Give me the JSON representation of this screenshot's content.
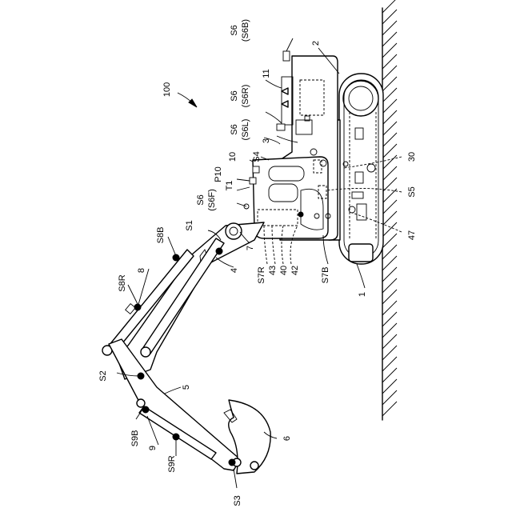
{
  "figure": {
    "reference_numeral": "100",
    "labels": {
      "s6_top": "S6",
      "s6b": "(S6B)",
      "n11": "11",
      "s6_mid": "S6",
      "s6r": "(S6R)",
      "s6_low": "S6",
      "s6l": "(S6L)",
      "n2": "2",
      "n3": "3",
      "s4": "S4",
      "n10": "10",
      "p10": "P10",
      "t1": "T1",
      "s6_front": "S6",
      "s6f": "(S6F)",
      "s1": "S1",
      "s8b": "S8B",
      "n8": "8",
      "s8r": "S8R",
      "n4": "4",
      "n7": "7",
      "s7r": "S7R",
      "n43": "43",
      "n40": "40",
      "n42": "42",
      "s7b": "S7B",
      "n30": "30",
      "s5": "S5",
      "n47": "47",
      "n1": "1",
      "s2": "S2",
      "n5": "5",
      "s9b": "S9B",
      "n9": "9",
      "s9r": "S9R",
      "n6": "6",
      "s3": "S3"
    }
  }
}
